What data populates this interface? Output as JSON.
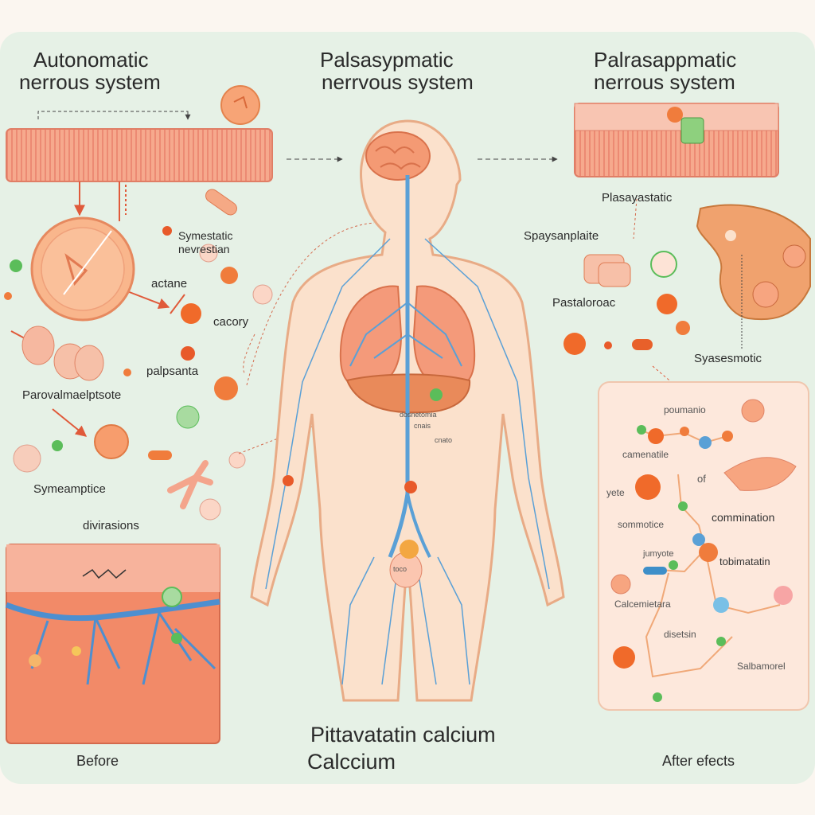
{
  "colors": {
    "background": "#e6f1e6",
    "skin": "#fbe1cc",
    "skin_outline": "#e8ab86",
    "nerve": "#5aa0d6",
    "organ": "#f28a66",
    "muscle": "#f7b39c",
    "pill_orange": "#f07c3c",
    "pill_green": "#5bbd5a"
  },
  "left_panel": {
    "title_line1": "Autonomatic",
    "title_line2": "nerrous system",
    "labels": {
      "neurotransmitter": "Symestatic\nnevrestian",
      "actane": "actane",
      "cacory": "cacory",
      "palpsanta": "palpsanta",
      "paroval": "Parovalmaelptsote",
      "symeamptice": "Symeampticе",
      "divirasions": "divirasions"
    },
    "before_label": "Before"
  },
  "center_panel": {
    "title_line1": "Palsasypmatic",
    "title_line2": "nerrvous system",
    "small_labels": [
      "dosnetomia",
      "cnais",
      "cnato"
    ],
    "bladder_label": "toco",
    "caption_line1": "Pittavatatin calcium",
    "caption_line2": "Calccium"
  },
  "right_panel": {
    "title_line1": "Palrasappmatic",
    "title_line2": "nerrous system",
    "labels": {
      "plasay": "Plasayastatic",
      "spaysan": "Spaysanplaite",
      "pastal": "Pastaloroac",
      "syases": "Syasesmotic"
    },
    "inset_labels": {
      "pournmanio": "poumanio",
      "camenatile": "camenatile",
      "of": "of",
      "yete": "yete",
      "sommotice": "sommotice",
      "commination": "commination",
      "jumyote": "jumyote",
      "tobinatatin": "tobimatatin",
      "calcemietara": "Calcemietara",
      "disetsin": "disetsin",
      "salbamorei": "Salbamorel"
    },
    "after_label": "After efects"
  },
  "icons": [
    "pill-icon",
    "molecule-icon",
    "brain-icon",
    "lungs-icon",
    "liver-icon",
    "nerve-network-icon",
    "arrow-icon"
  ]
}
